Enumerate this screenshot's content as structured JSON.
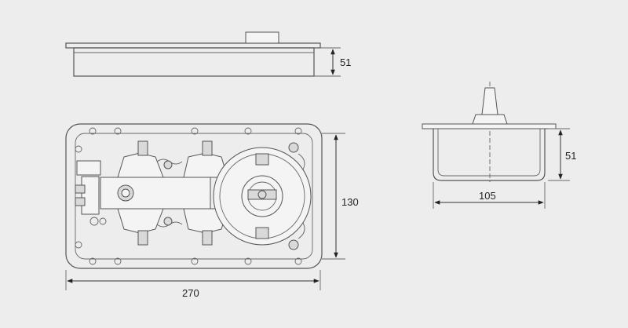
{
  "dimensions": {
    "side_height": "51",
    "plan_height": "130",
    "plan_length": "270",
    "section_height": "51",
    "section_width": "105"
  }
}
